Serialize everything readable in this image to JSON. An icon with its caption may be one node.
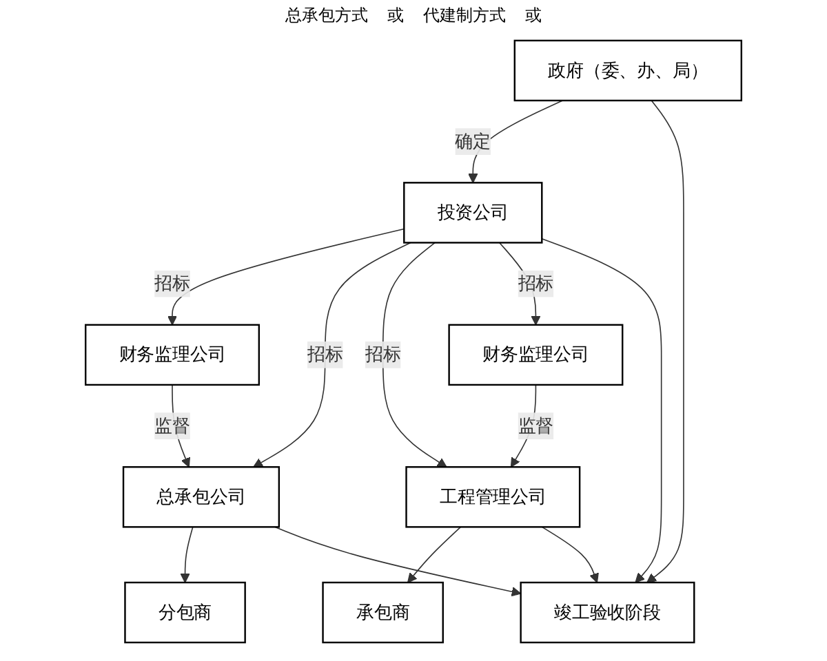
{
  "diagram": {
    "nodes": [
      {
        "text": [
          "政府（委、办、局）"
        ]
      },
      {
        "text": [
          "投资公司"
        ]
      },
      {
        "text": [
          "财务监理公司"
        ]
      },
      {
        "text": [
          "总承包公司"
        ]
      },
      {
        "text": [
          "工程管理公司"
        ]
      },
      {
        "text": [
          "财务监理公司"
        ]
      },
      {
        "text": [
          "分包商"
        ]
      },
      {
        "text": [
          "承包商"
        ]
      },
      {
        "text": [
          "竣工验收阶段"
        ]
      }
    ],
    "edges": [
      {
        "from": 0,
        "to": 1,
        "arrow": "to",
        "label": "确定"
      },
      {
        "from": 1,
        "to": 2,
        "arrow": "to",
        "label": "招标"
      },
      {
        "from": 1,
        "to": 3,
        "arrow": "to",
        "label": "招标"
      },
      {
        "from": 1,
        "to": 4,
        "arrow": "to",
        "label": "招标"
      },
      {
        "from": 1,
        "to": 5,
        "arrow": "to",
        "label": "招标"
      },
      {
        "from": 2,
        "to": 3,
        "arrow": "to",
        "label": "监督"
      },
      {
        "from": 5,
        "to": 4,
        "arrow": "to",
        "label": "监督"
      },
      {
        "from": 3,
        "to": 6,
        "arrow": "to"
      },
      {
        "from": 3,
        "to": 8,
        "arrow": "to"
      },
      {
        "from": 4,
        "to": 7,
        "arrow": "to"
      },
      {
        "from": 4,
        "to": 8,
        "arrow": "to"
      },
      {
        "from": 0,
        "to": 8,
        "arrow": "to"
      },
      {
        "from": 1,
        "to": 8,
        "arrow": "to"
      }
    ],
    "labels": [
      "总承包方式",
      "或",
      "代建制方式",
      "或"
    ]
  }
}
